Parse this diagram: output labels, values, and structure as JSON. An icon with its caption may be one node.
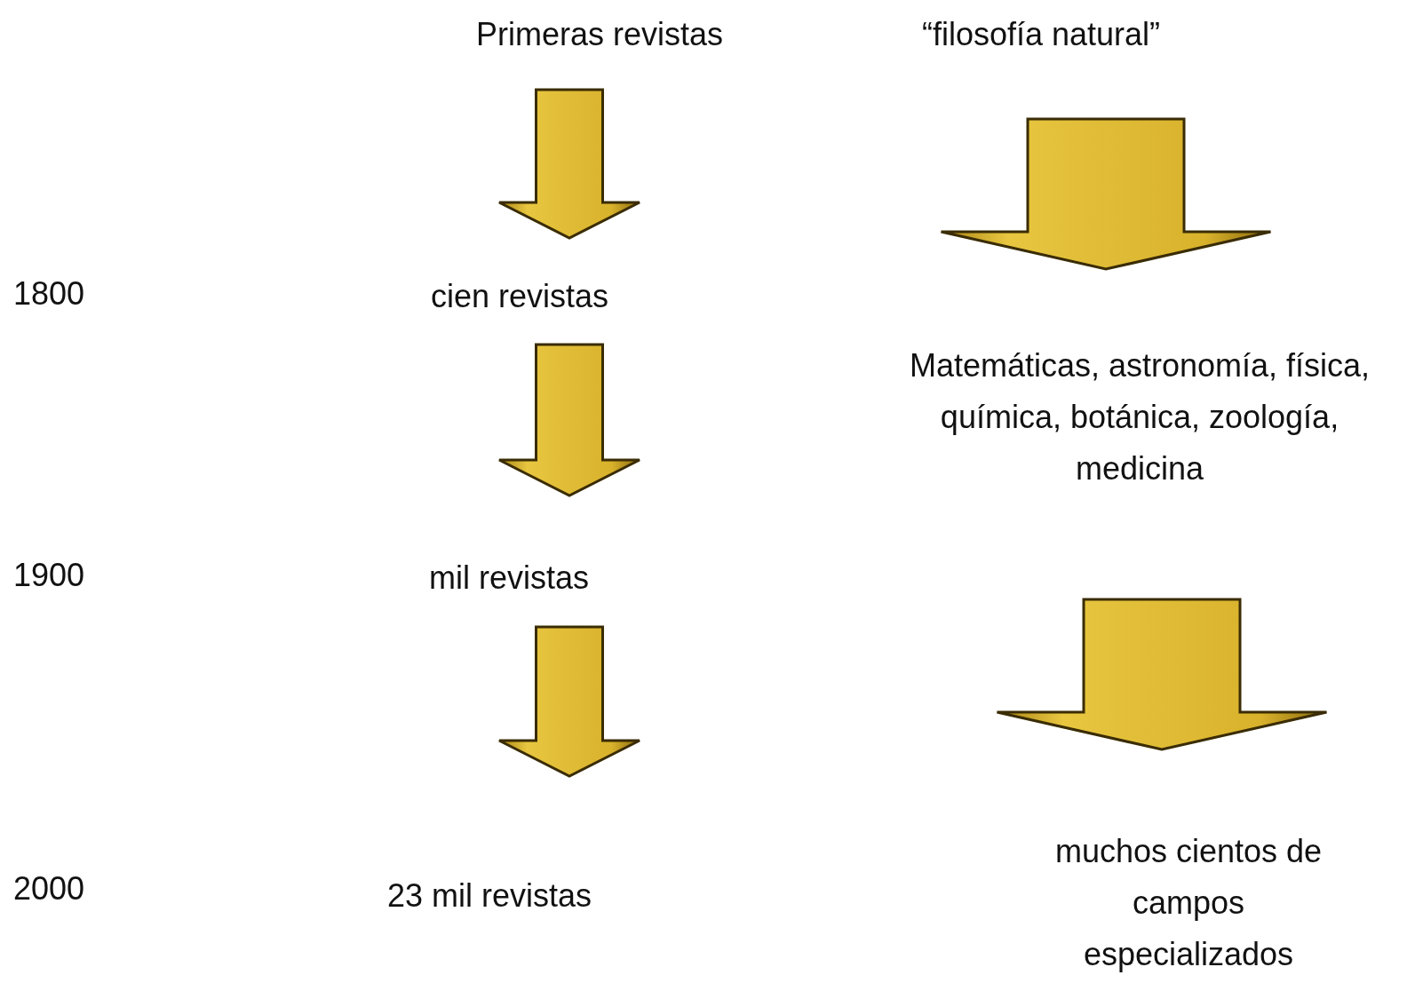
{
  "diagram": {
    "nodes": [
      {
        "text": [
          "Primeras revistas"
        ]
      },
      {
        "text": [
          "“filosofía natural”"
        ]
      },
      {
        "text": [
          "cien revistas"
        ]
      },
      {
        "text": [
          "Matemáticas, astronomía, física, química, botánica, zoología, medicina"
        ]
      },
      {
        "text": [
          "mil revistas"
        ]
      },
      {
        "text": [
          "23 mil revistas"
        ]
      },
      {
        "text": [
          "muchos cientos de campos especializados"
        ]
      }
    ],
    "edges": [
      {
        "from": 0,
        "to": 2,
        "arrow": "to"
      },
      {
        "from": 2,
        "to": 4,
        "arrow": "to"
      },
      {
        "from": 4,
        "to": 5,
        "arrow": "to"
      },
      {
        "from": 1,
        "to": 3,
        "arrow": "to"
      },
      {
        "from": 3,
        "to": 6,
        "arrow": "to"
      }
    ],
    "labels": [
      "1800",
      "1900",
      "2000"
    ]
  }
}
